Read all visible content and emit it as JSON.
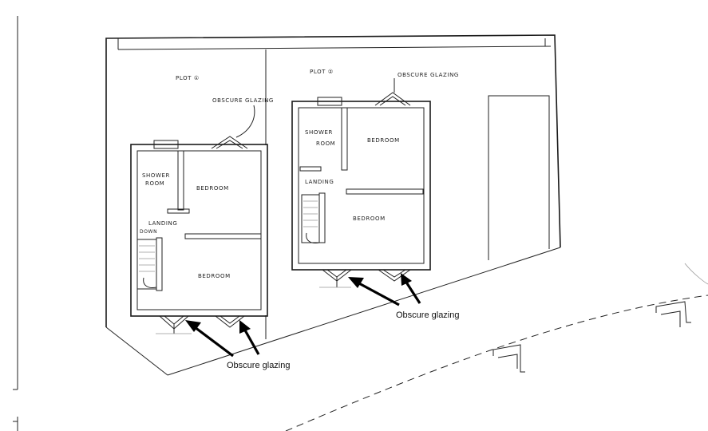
{
  "plots": [
    {
      "title": "PLOT ①",
      "obscure_label": "OBSCURE GLAZING",
      "rooms": {
        "shower_line1": "SHOWER",
        "shower_line2": "ROOM",
        "bedroom_top": "BEDROOM",
        "landing": "LANDING",
        "down": "DOWN",
        "bedroom_bottom": "BEDROOM"
      }
    },
    {
      "title": "PLOT ②",
      "obscure_label": "OBSCURE GLAZING",
      "rooms": {
        "shower_line1": "SHOWER",
        "shower_line2": "ROOM",
        "bedroom_top": "BEDROOM",
        "landing": "LANDING",
        "bedroom_bottom": "BEDROOM"
      }
    }
  ],
  "annotations": {
    "left": "Obscure glazing",
    "right": "Obscure glazing"
  }
}
